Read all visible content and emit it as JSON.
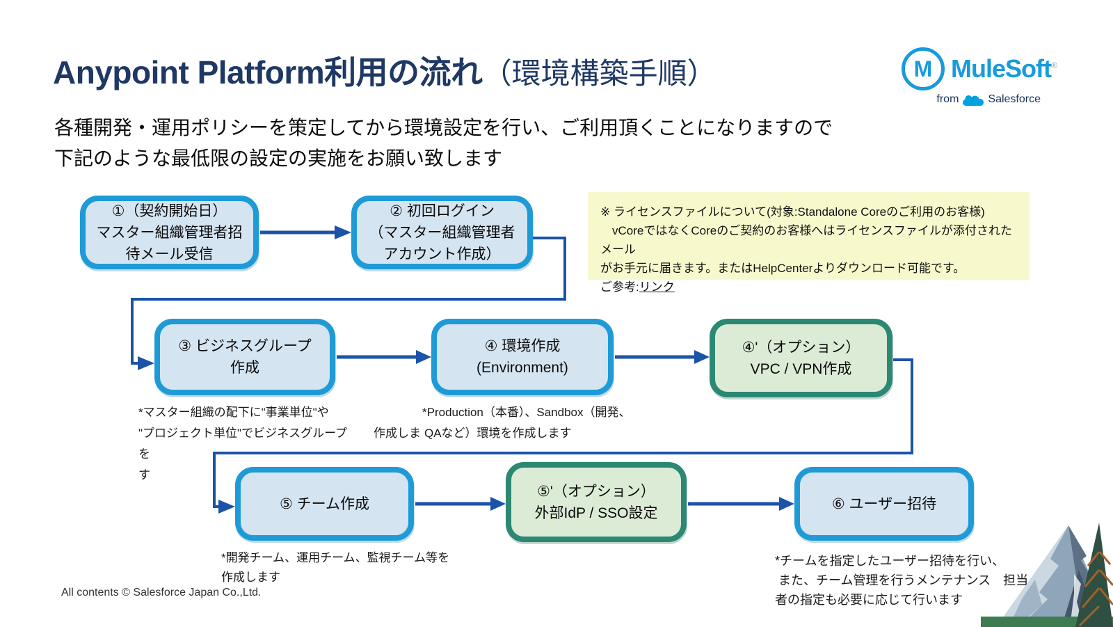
{
  "slide": {
    "title_main": "Anypoint Platform利用の流れ",
    "title_paren": "（環境構築手順）",
    "subtitle": "各種開発・運用ポリシーを策定してから環境設定を行い、ご利用頂くことになりますので\n下記のような最低限の設定の実施をお願い致します",
    "footer": "All contents © Salesforce Japan Co.,Ltd."
  },
  "logo": {
    "m": "M",
    "brand": "MuleSoft",
    "reg": "®",
    "from": "from",
    "salesforce": "Salesforce"
  },
  "license_note": {
    "body": "※ ライセンスファイルについて(対象:Standalone Coreのご利用のお客様)\n　vCoreではなくCoreのご契約のお客様へはライセンスファイルが添付されたメール\nがお手元に届きます。またはHelpCenterよりダウンロード可能です。",
    "ref_prefix": "ご参考:",
    "link_label": "リンク"
  },
  "steps": {
    "step1": {
      "label": "①（契約開始日）\nマスター組織管理者招\n待メール受信",
      "style": "blue"
    },
    "step2": {
      "label": "② 初回ログイン\n（マスター組織管理者\nアカウント作成）",
      "style": "blue"
    },
    "step3": {
      "label": "③ ビジネスグループ\n作成",
      "style": "blue"
    },
    "step4": {
      "label": "④ 環境作成\n(Environment)",
      "style": "blue"
    },
    "step4_option": {
      "label": "④'（オプション）\nVPC / VPN作成",
      "style": "green"
    },
    "step5": {
      "label": "⑤ チーム作成",
      "style": "blue"
    },
    "step5_option": {
      "label": "⑤'（オプション）\n外部IdP / SSO設定",
      "style": "green"
    },
    "step6": {
      "label": "⑥ ユーザー招待",
      "style": "blue"
    }
  },
  "annotations": {
    "business_group": "*マスター組織の配下に\"事業単位\"や\n\"プロジェクト単位\"でビジネスグループを\nす",
    "business_group_fragment": "作成しま",
    "environment_line1": "*Production（本番）、Sandbox（開発、",
    "environment_line2": "QAなど）環境を作成します",
    "team": "*開発チーム、運用チーム、監視チーム等を\n作成します",
    "user_invite": "*チームを指定したユーザー招待を行い、\n また、チーム管理を行うメンテナンス　担当\n者の指定も必要に応じて行います"
  },
  "colors": {
    "title_navy": "#1F3864",
    "box_blue_border": "#1E9BD7",
    "box_blue_fill": "#D5E4F1",
    "box_green_border": "#2B8873",
    "box_green_fill": "#DCEBD6",
    "arrow_blue": "#1B53A9",
    "note_bg": "#F8F8CD",
    "mulesoft_blue": "#189BDD",
    "salesforce_cloud_blue": "#00A1E0",
    "salesforce_navy": "#16325C"
  }
}
